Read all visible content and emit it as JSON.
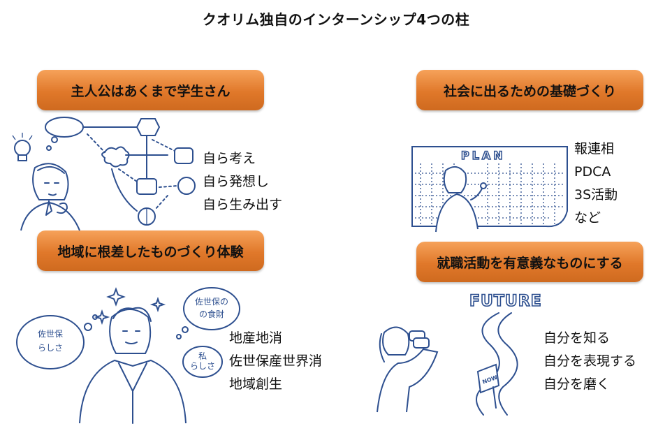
{
  "title": "クオリム独自のインターンシップ4つの柱",
  "pillars": [
    {
      "heading": "主人公はあくまで学生さん",
      "items": [
        "自ら考え",
        "自ら発想し",
        "自ら生み出す"
      ]
    },
    {
      "heading": "社会に出るための基礎づくり",
      "items": [
        "報連相",
        "PDCA",
        "3S活動",
        "など"
      ]
    },
    {
      "heading": "地域に根差したものづくり体験",
      "items": [
        "地産地消",
        "佐世保産世界消",
        "地域創生"
      ]
    },
    {
      "heading": "就職活動を有意義なものにする",
      "items": [
        "自分を知る",
        "自分を表現する",
        "自分を磨く"
      ]
    }
  ],
  "illustrations": {
    "bubbles": {
      "left": "佐世保らしさ",
      "top": "佐世保の食財",
      "small": "私らしさ"
    },
    "plan_label": "PLAN",
    "future_label": "FUTURE",
    "sign_label": "NOW",
    "colors": {
      "box": "#e0782a",
      "line": "#2d4f8f"
    }
  }
}
